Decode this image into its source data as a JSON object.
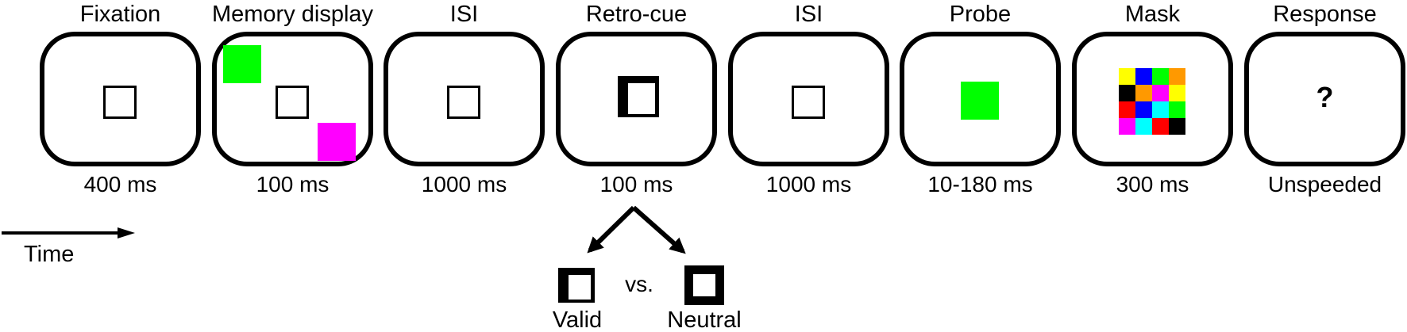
{
  "figure": {
    "stages": [
      {
        "id": "fixation",
        "label": "Fixation",
        "duration": "400 ms"
      },
      {
        "id": "memory-display",
        "label": "Memory display",
        "duration": "100 ms",
        "items": [
          {
            "position": "top-left",
            "color": "#00ff00"
          },
          {
            "position": "bottom-right",
            "color": "#ff00ff"
          }
        ]
      },
      {
        "id": "isi-1",
        "label": "ISI",
        "duration": "1000 ms"
      },
      {
        "id": "retro-cue",
        "label": "Retro-cue",
        "duration": "100 ms"
      },
      {
        "id": "isi-2",
        "label": "ISI",
        "duration": "1000 ms"
      },
      {
        "id": "probe",
        "label": "Probe",
        "duration": "10-180 ms",
        "probe_color": "#00ff00"
      },
      {
        "id": "mask",
        "label": "Mask",
        "duration": "300 ms"
      },
      {
        "id": "response",
        "label": "Response",
        "duration": "Unspeeded",
        "symbol": "?"
      }
    ],
    "time_label": "Time",
    "cue_branch": {
      "vs_label": "vs.",
      "valid_label": "Valid",
      "neutral_label": "Neutral"
    },
    "mask_grid": {
      "rows": 4,
      "cols": 4,
      "colors": [
        "#ffff00",
        "#0000ff",
        "#00ff00",
        "#ff9900",
        "#000000",
        "#ff9900",
        "#ff00ff",
        "#ffff00",
        "#ff0000",
        "#0000ff",
        "#00ffff",
        "#00ff00",
        "#ff00ff",
        "#00ffff",
        "#ff0000",
        "#000000"
      ]
    },
    "ink_color": "#000000"
  }
}
